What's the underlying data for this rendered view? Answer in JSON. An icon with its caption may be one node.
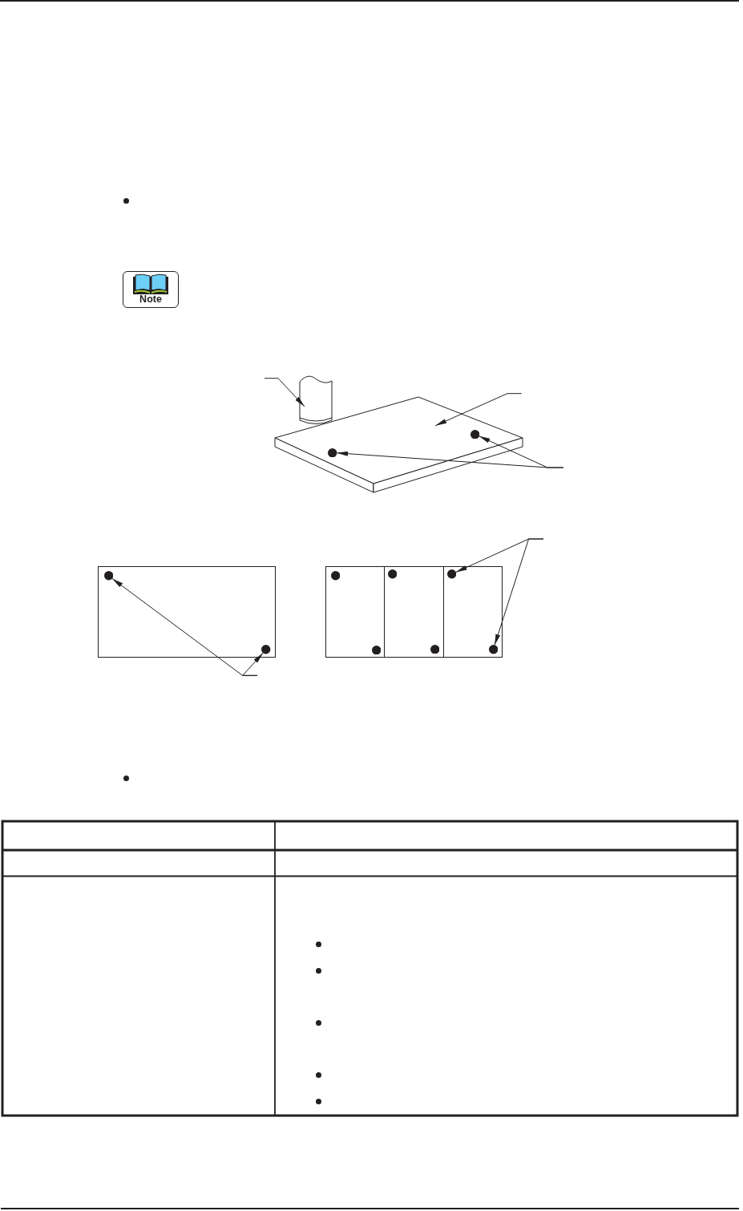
{
  "diagram": {
    "nodes": [
      {
        "text": [],
        "shape": "cylinder"
      },
      {
        "text": [],
        "shape": "box"
      },
      {
        "text": [],
        "shape": "circle",
        "in": 1
      },
      {
        "text": [],
        "shape": "circle",
        "in": 1
      },
      {
        "text": [],
        "shape": "box"
      },
      {
        "text": [],
        "shape": "circle",
        "in": 4
      },
      {
        "text": [],
        "shape": "circle",
        "in": 4
      },
      {
        "text": [],
        "shape": "box"
      },
      {
        "text": [],
        "shape": "circle",
        "in": 7
      },
      {
        "text": [],
        "shape": "circle",
        "in": 7
      },
      {
        "text": [],
        "shape": "circle",
        "in": 7
      },
      {
        "text": [],
        "shape": "circle",
        "in": 7
      },
      {
        "text": [],
        "shape": "circle",
        "in": 7
      },
      {
        "text": [],
        "shape": "circle",
        "in": 7
      }
    ],
    "edges": [
      {
        "from": null,
        "to": 0,
        "arrow": "to"
      },
      {
        "from": null,
        "to": 1,
        "arrow": "to"
      },
      {
        "from": null,
        "to": 2,
        "arrow": "to"
      },
      {
        "from": null,
        "to": 3,
        "arrow": "to"
      },
      {
        "from": null,
        "to": 5,
        "arrow": "to"
      },
      {
        "from": null,
        "to": 6,
        "arrow": "to"
      },
      {
        "from": null,
        "to": 10,
        "arrow": "to"
      },
      {
        "from": null,
        "to": 13,
        "arrow": "to"
      }
    ],
    "labels": [
      "Note"
    ]
  }
}
